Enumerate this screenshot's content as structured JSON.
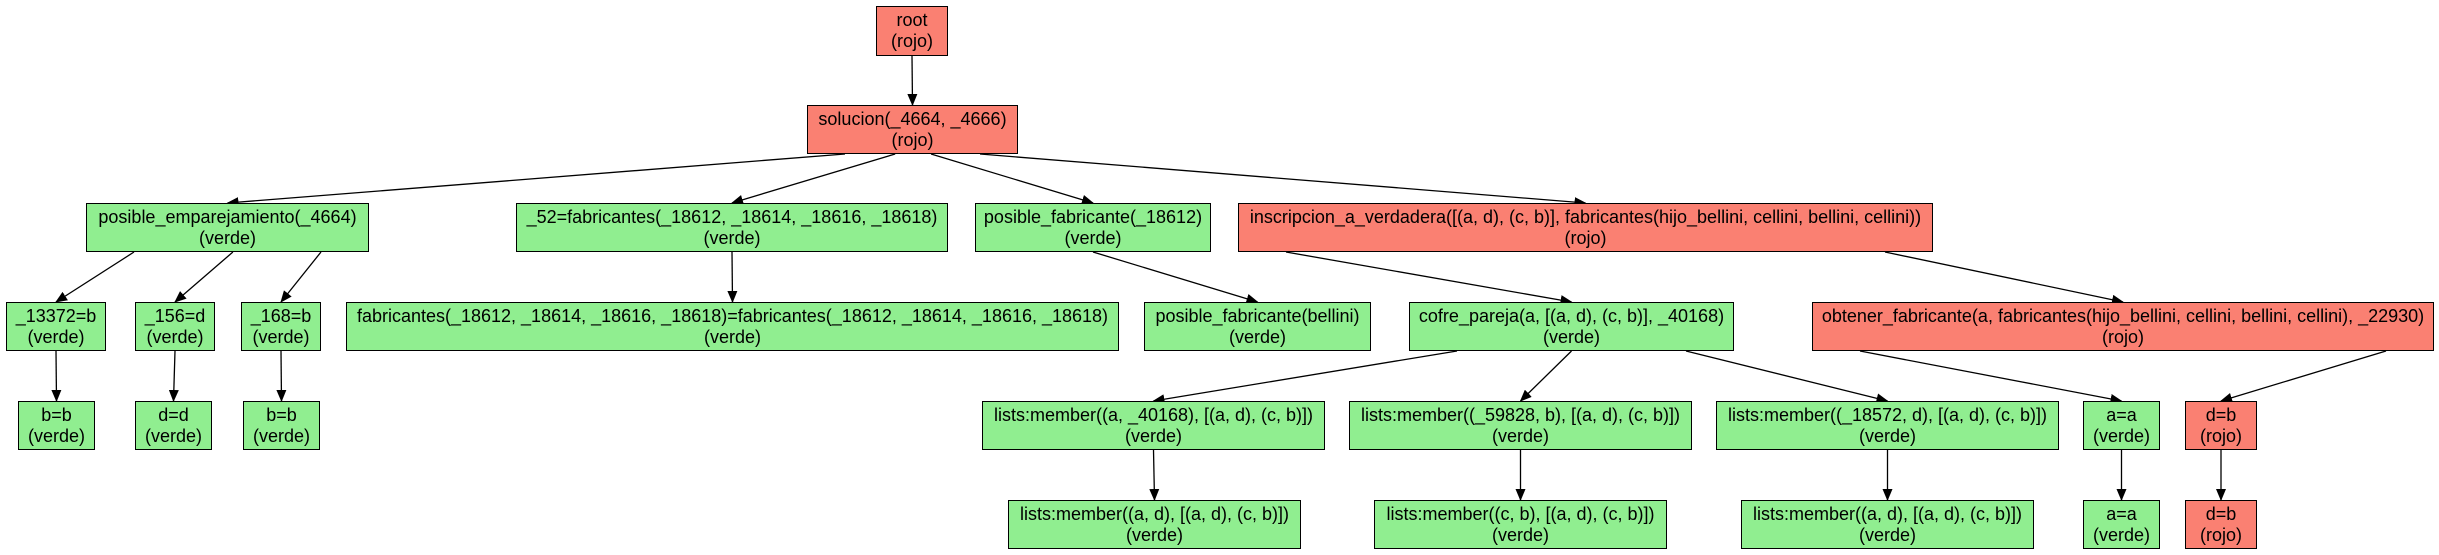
{
  "colors": {
    "rojo": "#fa8072",
    "verde": "#90ee90",
    "edge": "#000000"
  },
  "nodes": [
    {
      "id": "n0",
      "label": "root",
      "status": "(rojo)",
      "color": "rojo"
    },
    {
      "id": "n1",
      "label": "solucion(_4664, _4666)",
      "status": "(rojo)",
      "color": "rojo"
    },
    {
      "id": "n2",
      "label": "posible_emparejamiento(_4664)",
      "status": "(verde)",
      "color": "verde"
    },
    {
      "id": "n3",
      "label": "_52=fabricantes(_18612, _18614, _18616, _18618)",
      "status": "(verde)",
      "color": "verde"
    },
    {
      "id": "n4",
      "label": "posible_fabricante(_18612)",
      "status": "(verde)",
      "color": "verde"
    },
    {
      "id": "n5",
      "label": "inscripcion_a_verdadera([(a, d), (c, b)], fabricantes(hijo_bellini, cellini, bellini, cellini))",
      "status": "(rojo)",
      "color": "rojo"
    },
    {
      "id": "n6",
      "label": "_13372=b",
      "status": "(verde)",
      "color": "verde"
    },
    {
      "id": "n7",
      "label": "_156=d",
      "status": "(verde)",
      "color": "verde"
    },
    {
      "id": "n8",
      "label": "_168=b",
      "status": "(verde)",
      "color": "verde"
    },
    {
      "id": "n9",
      "label": "fabricantes(_18612, _18614, _18616, _18618)=fabricantes(_18612, _18614, _18616, _18618)",
      "status": "(verde)",
      "color": "verde"
    },
    {
      "id": "n10",
      "label": "posible_fabricante(bellini)",
      "status": "(verde)",
      "color": "verde"
    },
    {
      "id": "n11",
      "label": "cofre_pareja(a, [(a, d), (c, b)], _40168)",
      "status": "(verde)",
      "color": "verde"
    },
    {
      "id": "n12",
      "label": "obtener_fabricante(a, fabricantes(hijo_bellini, cellini, bellini, cellini), _22930)",
      "status": "(rojo)",
      "color": "rojo"
    },
    {
      "id": "n13",
      "label": "b=b",
      "status": "(verde)",
      "color": "verde"
    },
    {
      "id": "n14",
      "label": "d=d",
      "status": "(verde)",
      "color": "verde"
    },
    {
      "id": "n15",
      "label": "b=b",
      "status": "(verde)",
      "color": "verde"
    },
    {
      "id": "n16",
      "label": "lists:member((a, _40168), [(a, d), (c, b)])",
      "status": "(verde)",
      "color": "verde"
    },
    {
      "id": "n17",
      "label": "lists:member((_59828, b), [(a, d), (c, b)])",
      "status": "(verde)",
      "color": "verde"
    },
    {
      "id": "n18",
      "label": "lists:member((_18572, d), [(a, d), (c, b)])",
      "status": "(verde)",
      "color": "verde"
    },
    {
      "id": "n19",
      "label": "a=a",
      "status": "(verde)",
      "color": "verde"
    },
    {
      "id": "n20",
      "label": "d=b",
      "status": "(rojo)",
      "color": "rojo"
    },
    {
      "id": "n21",
      "label": "lists:member((a, d), [(a, d), (c, b)])",
      "status": "(verde)",
      "color": "verde"
    },
    {
      "id": "n22",
      "label": "lists:member((c, b), [(a, d), (c, b)])",
      "status": "(verde)",
      "color": "verde"
    },
    {
      "id": "n23",
      "label": "lists:member((a, d), [(a, d), (c, b)])",
      "status": "(verde)",
      "color": "verde"
    },
    {
      "id": "n24",
      "label": "a=a",
      "status": "(verde)",
      "color": "verde"
    },
    {
      "id": "n25",
      "label": "d=b",
      "status": "(rojo)",
      "color": "rojo"
    }
  ],
  "edges": [
    [
      "n0",
      "n1"
    ],
    [
      "n1",
      "n2"
    ],
    [
      "n1",
      "n3"
    ],
    [
      "n1",
      "n4"
    ],
    [
      "n1",
      "n5"
    ],
    [
      "n2",
      "n6"
    ],
    [
      "n2",
      "n7"
    ],
    [
      "n2",
      "n8"
    ],
    [
      "n3",
      "n9"
    ],
    [
      "n4",
      "n10"
    ],
    [
      "n5",
      "n11"
    ],
    [
      "n5",
      "n12"
    ],
    [
      "n6",
      "n13"
    ],
    [
      "n7",
      "n14"
    ],
    [
      "n8",
      "n15"
    ],
    [
      "n11",
      "n16"
    ],
    [
      "n11",
      "n17"
    ],
    [
      "n11",
      "n18"
    ],
    [
      "n12",
      "n19"
    ],
    [
      "n12",
      "n20"
    ],
    [
      "n16",
      "n21"
    ],
    [
      "n17",
      "n22"
    ],
    [
      "n18",
      "n23"
    ],
    [
      "n19",
      "n24"
    ],
    [
      "n20",
      "n25"
    ]
  ]
}
